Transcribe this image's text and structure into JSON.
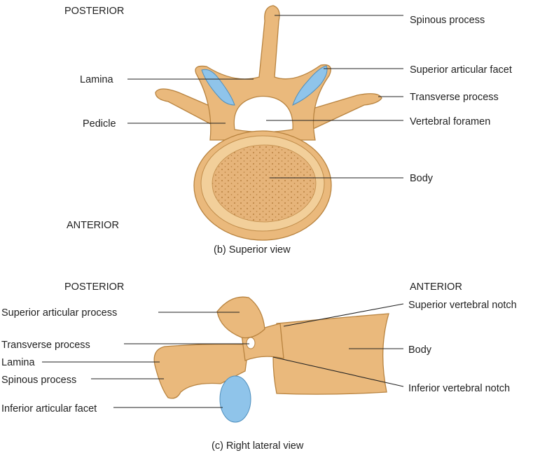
{
  "superior_view": {
    "orientation_top": "POSTERIOR",
    "orientation_bottom": "ANTERIOR",
    "caption": "(b)  Superior view",
    "labels": {
      "spinous_process": "Spinous process",
      "lamina": "Lamina",
      "superior_articular_facet": "Superior articular facet",
      "transverse_process": "Transverse process",
      "pedicle": "Pedicle",
      "vertebral_foramen": "Vertebral foramen",
      "body": "Body"
    }
  },
  "lateral_view": {
    "orientation_left": "POSTERIOR",
    "orientation_right": "ANTERIOR",
    "caption": "(c)  Right lateral view",
    "labels": {
      "superior_articular_process": "Superior articular process",
      "transverse_process": "Transverse process",
      "lamina": "Lamina",
      "spinous_process": "Spinous process",
      "inferior_articular_facet": "Inferior articular facet",
      "superior_vertebral_notch": "Superior vertebral notch",
      "body": "Body",
      "inferior_vertebral_notch": "Inferior vertebral notch"
    }
  },
  "colors": {
    "bone": "#eab97c",
    "facet": "#8fc4ea"
  }
}
